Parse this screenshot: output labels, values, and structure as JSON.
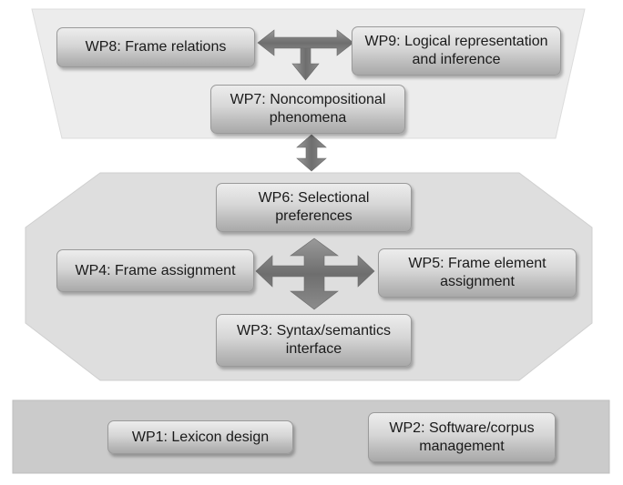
{
  "colors": {
    "top_region": "#ececec",
    "middle_region": "#dedede",
    "bottom_region": "#cbcbcb",
    "arrow_fill": "#7f7f7f",
    "box_text": "#1a1a1a"
  },
  "boxes": {
    "wp1": "WP1: Lexicon design",
    "wp2_line1": "WP2: Software/corpus",
    "wp2_line2": "management",
    "wp3_line1": "WP3: Syntax/semantics",
    "wp3_line2": "interface",
    "wp4": "WP4: Frame assignment",
    "wp5_line1": "WP5: Frame element",
    "wp5_line2": "assignment",
    "wp6_line1": "WP6: Selectional",
    "wp6_line2": "preferences",
    "wp7_line1": "WP7: Noncompositional",
    "wp7_line2": "phenomena",
    "wp8": "WP8: Frame relations",
    "wp9_line1": "WP9: Logical representation",
    "wp9_line2": "and inference"
  },
  "arrows": [
    {
      "name": "arrow-wp8-wp9-wp7",
      "icon": "three-way-arrow-icon"
    },
    {
      "name": "arrow-wp7-wp6",
      "icon": "double-vertical-arrow-icon"
    },
    {
      "name": "arrow-four-way-wp3-wp4-wp5-wp6",
      "icon": "four-way-arrow-icon"
    }
  ]
}
